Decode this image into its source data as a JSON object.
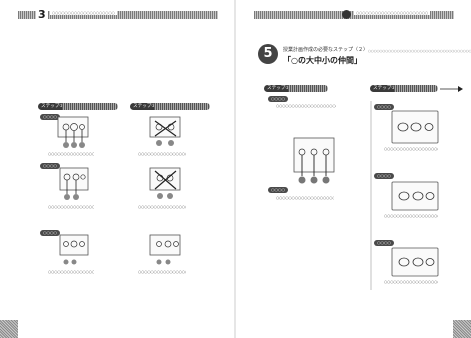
{
  "header": {
    "page_number": "3",
    "left_running_title": "○○○○○○○○○○○○○○○○○○○○",
    "right_running_title": "○○○○○○○○○○○○○○○○○○○○○○○"
  },
  "section": {
    "number": "5",
    "subtitle": "授業計画作成の必要なステップ〈２〉",
    "title": "「○の大中小の仲間」"
  },
  "left_page": {
    "col1_chip": "ステップ①",
    "col1_bar": "○○○○○○○○",
    "col2_chip": "ステップ②",
    "col2_bar": "○○○○○○○○",
    "step_labels": [
      "○○○○",
      "○○○○",
      "○○○○"
    ],
    "captions": [
      "○○○○○○○○○○○○○○○○○○○○○○○○○○○○○○○○",
      "○○○○○○○○○○○○○○○○○○○○○○○○○○○○○○○○",
      "○○○○○○○○○○○○○○○○○○○○○○○○○○○○○○○○",
      "○○○○○○○○○○○○○○○○○○○○○○○○○○○○○○○○",
      "○○○○○○○○○○○○○○○○○○○○○○○○○○○○○○○○",
      "○○○○○○○○○○○○○○○○○○○○○○○○○○○○○○○○"
    ]
  },
  "right_page": {
    "intro": "○○○○○○○○○○○○○○○○○○○○○○○○○○○○○○○○○○○○○",
    "col1_chip": "ステップ①",
    "col1_bar": "○○○○○○",
    "col2_chip": "ステップ②",
    "col2_bar": "○○○○○○",
    "step_labels": [
      "○○○○",
      "○○○○",
      "○○○○",
      "○○○○",
      "○○○○"
    ],
    "body_text": [
      "○○○○○○○○○○○○○○○○○○○○○○○○○○○○○○○○○○○○○○",
      "○○○○○○○○○○○○○○○○○○○○○○○○○○○○○○○○○○○○○○",
      "○○○○○○○○○○○○○○○○○○○○○○○○○○○○",
      "○○○○○○○○○○○○○○○○○○○○○○○○○○○○",
      "○○○○○○○○○○○○○○○○○○○○○○○○○○○○"
    ]
  }
}
